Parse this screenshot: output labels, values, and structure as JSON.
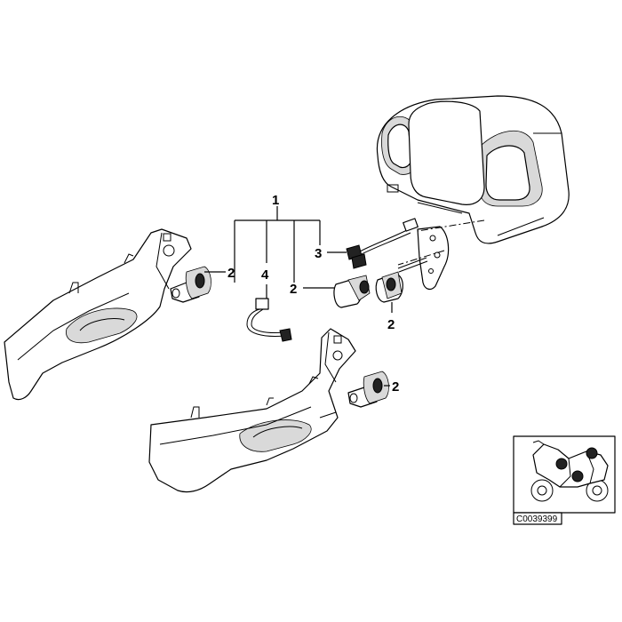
{
  "callouts": {
    "c1": "1",
    "c2_left": "2",
    "c2_mid": "2",
    "c2_right_lower": "2",
    "c2_bottom": "2",
    "c3": "3",
    "c4": "4"
  },
  "thumbnail": {
    "ref_code": "C0039399"
  },
  "colors": {
    "line": "#000000",
    "shade": "#d9d9d9",
    "background": "#ffffff"
  }
}
